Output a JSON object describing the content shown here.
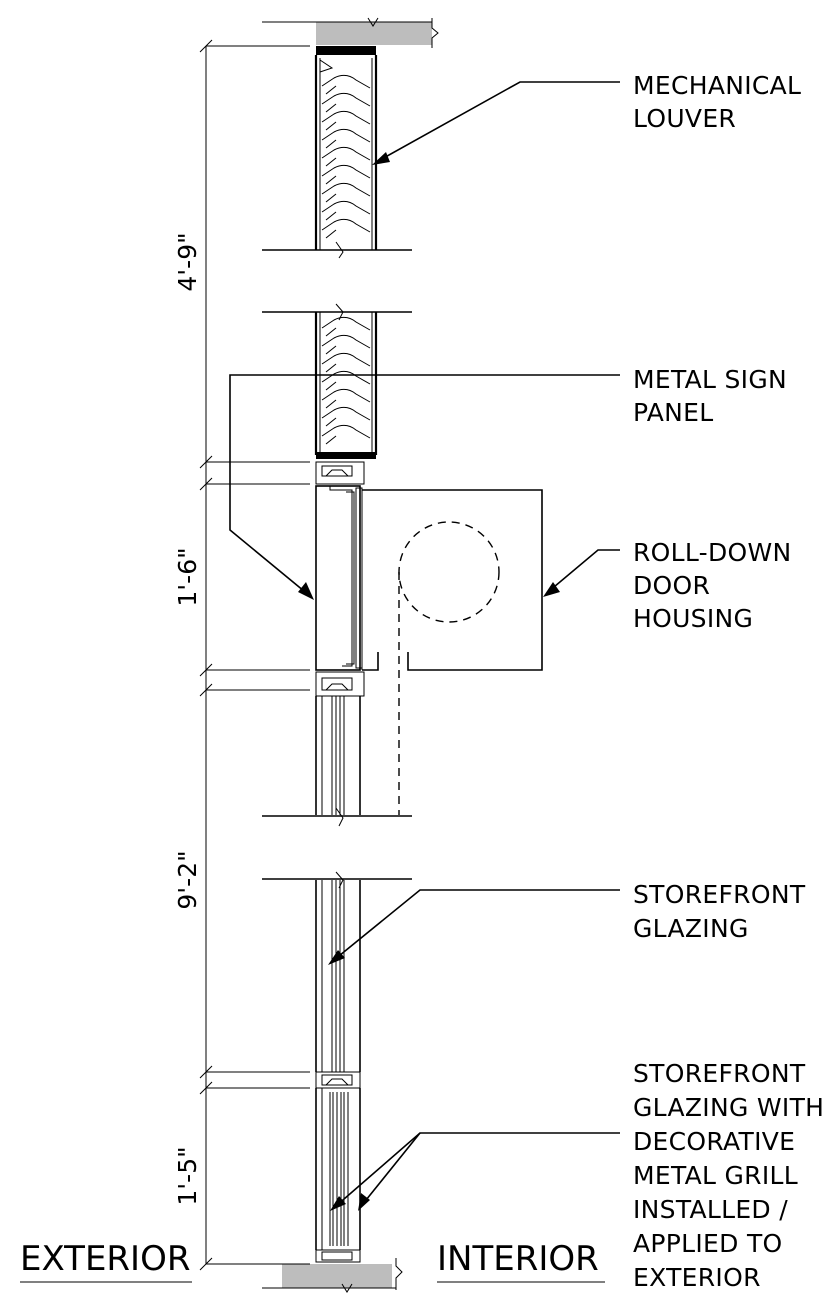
{
  "callouts": {
    "louver": [
      "MECHANICAL",
      "LOUVER"
    ],
    "sign_panel": [
      "METAL SIGN",
      "PANEL"
    ],
    "rolldown": [
      "ROLL-DOWN",
      "DOOR",
      "HOUSING"
    ],
    "storefront": [
      "STOREFRONT",
      "GLAZING"
    ],
    "grill": [
      "STOREFRONT",
      "GLAZING WITH",
      "DECORATIVE",
      "METAL GRILL",
      "INSTALLED /",
      "APPLIED TO",
      "EXTERIOR"
    ]
  },
  "dimensions": {
    "louver_height": "4'-9\"",
    "sign_height": "1'-6\"",
    "glazing_height": "9'-2\"",
    "grill_height": "1'-5\""
  },
  "sides": {
    "exterior": "EXTERIOR",
    "interior": "INTERIOR"
  }
}
